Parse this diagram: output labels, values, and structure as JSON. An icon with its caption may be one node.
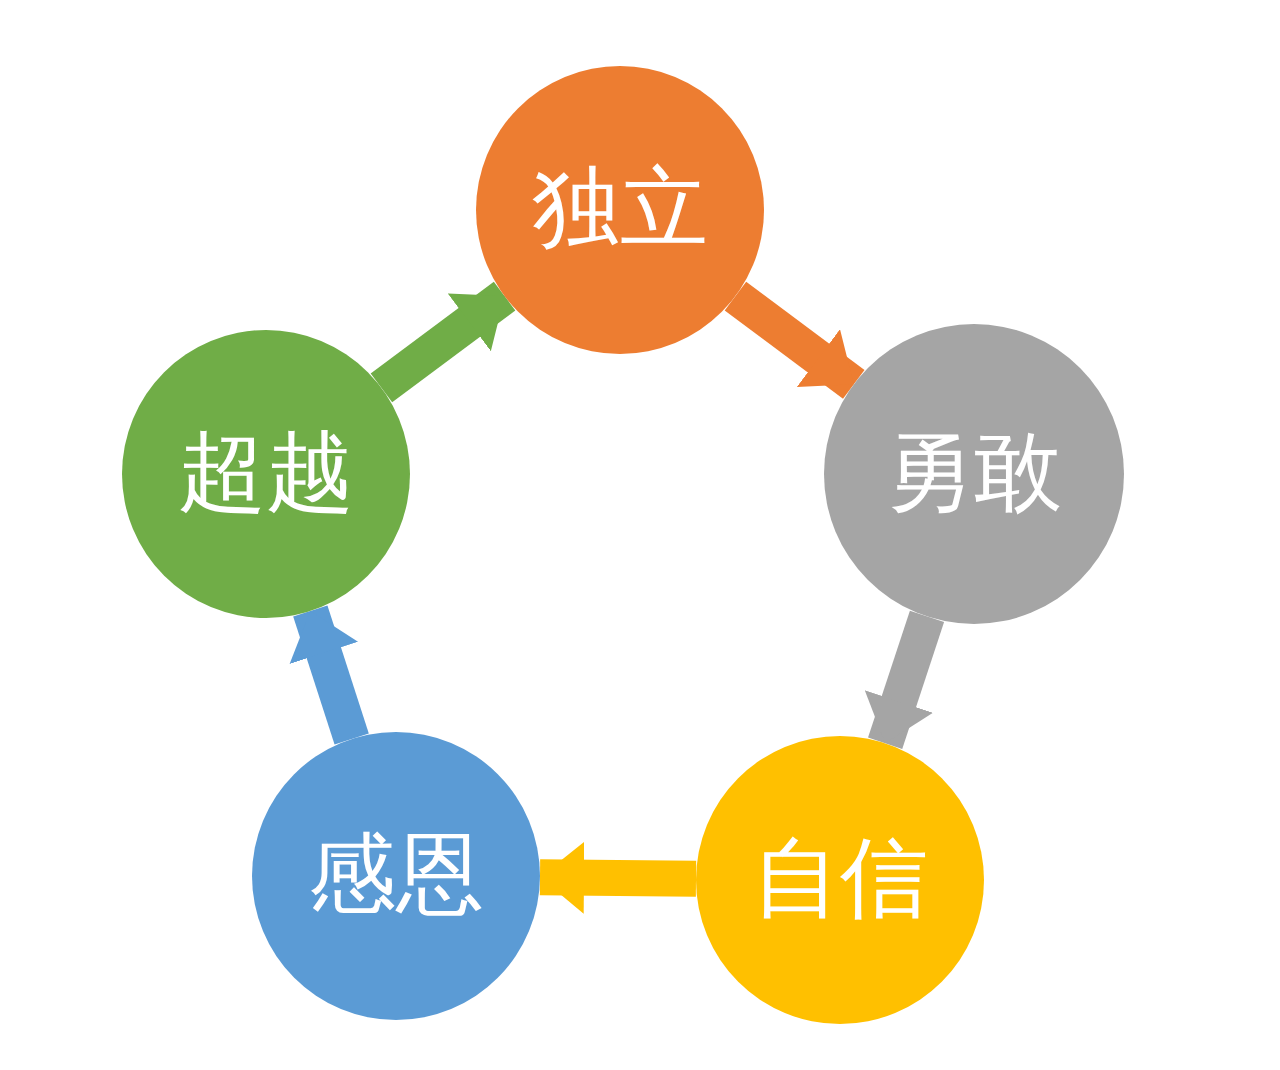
{
  "diagram": {
    "nodes": [
      {
        "text": [
          "独立"
        ]
      },
      {
        "text": [
          "勇敢"
        ]
      },
      {
        "text": [
          "自信"
        ]
      },
      {
        "text": [
          "感恩"
        ]
      },
      {
        "text": [
          "超越"
        ]
      }
    ],
    "edges": [
      {
        "from": 0,
        "to": 1,
        "arrow": "to",
        "color": "#ed7d31"
      },
      {
        "from": 1,
        "to": 2,
        "arrow": "to",
        "color": "#a5a5a5"
      },
      {
        "from": 2,
        "to": 3,
        "arrow": "to",
        "color": "#ffc000"
      },
      {
        "from": 3,
        "to": 4,
        "arrow": "to",
        "color": "#5b9bd5"
      },
      {
        "from": 4,
        "to": 0,
        "arrow": "to",
        "color": "#70ad47"
      }
    ]
  }
}
